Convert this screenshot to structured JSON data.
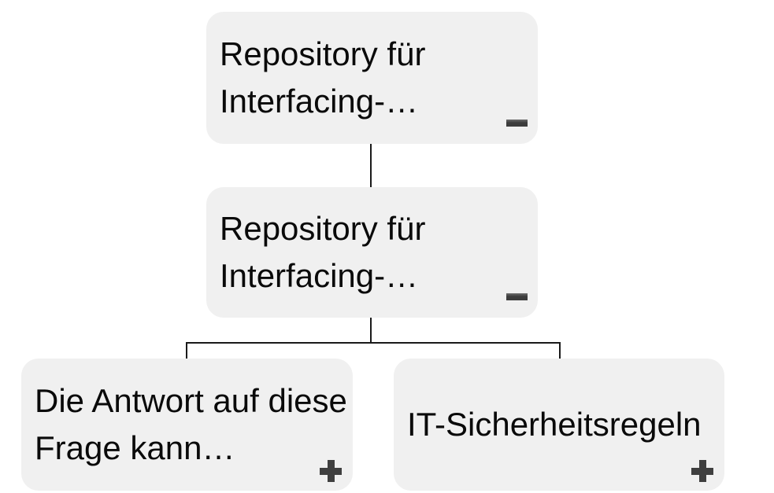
{
  "app": {
    "view": "mindmap-tree",
    "background": "#ffffff"
  },
  "colors": {
    "node_background": "#f0f0f0",
    "node_text": "#0a0a0a",
    "connector_line": "#1a1a1a",
    "toggle_glyph": "#3f3f3f"
  },
  "icons": {
    "collapse": "minus-icon",
    "expand": "plus-icon"
  },
  "nodes": {
    "root": {
      "line1": "Repository für",
      "line2": "Interfacing-…",
      "state": "expanded",
      "toggle_glyph": "minus"
    },
    "child": {
      "line1": "Repository für",
      "line2": "Interfacing-…",
      "state": "expanded",
      "toggle_glyph": "minus"
    },
    "leaf_left": {
      "line1": "Die Antwort auf diese",
      "line2": "Frage kann…",
      "state": "collapsed",
      "toggle_glyph": "plus"
    },
    "leaf_right": {
      "line1": "IT-Sicherheitsregeln",
      "state": "collapsed",
      "toggle_glyph": "plus"
    }
  }
}
